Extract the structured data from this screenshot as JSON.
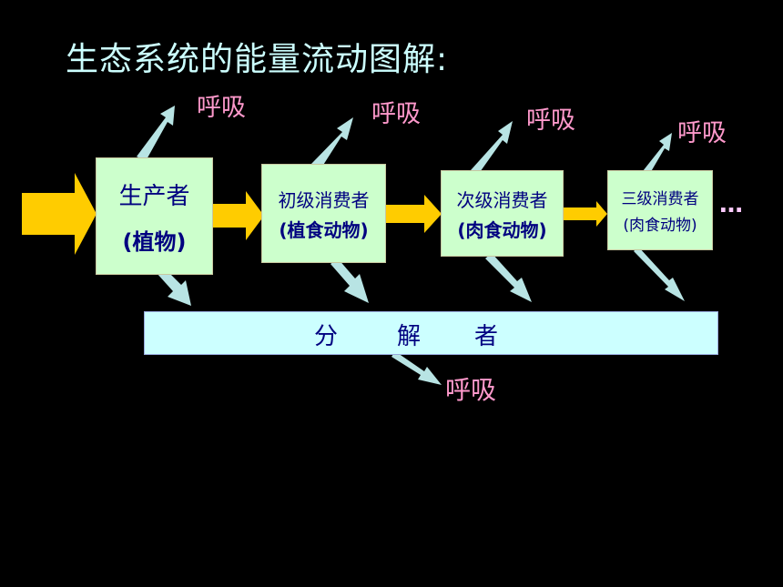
{
  "title": "生态系统的能量流动图解:",
  "boxes": [
    {
      "line1": "生产者",
      "line2": "(植物)"
    },
    {
      "line1": "初级消费者",
      "line2": "(植食动物)"
    },
    {
      "line1": "次级消费者",
      "line2": "(肉食动物)"
    },
    {
      "line1": "三级消费者",
      "line2": "(肉食动物)"
    }
  ],
  "respiration_label": "呼吸",
  "decomposer_chars": [
    "分",
    "解",
    "者"
  ],
  "ellipsis": "…",
  "colors": {
    "background": "#000000",
    "title": "#ccffff",
    "box_fill": "#ccffcc",
    "box_text": "#000080",
    "flow_arrow": "#ffcc00",
    "side_arrow": "#b8e4e4",
    "respiration_text": "#ff99cc",
    "decomposer_fill": "#ccffff"
  }
}
